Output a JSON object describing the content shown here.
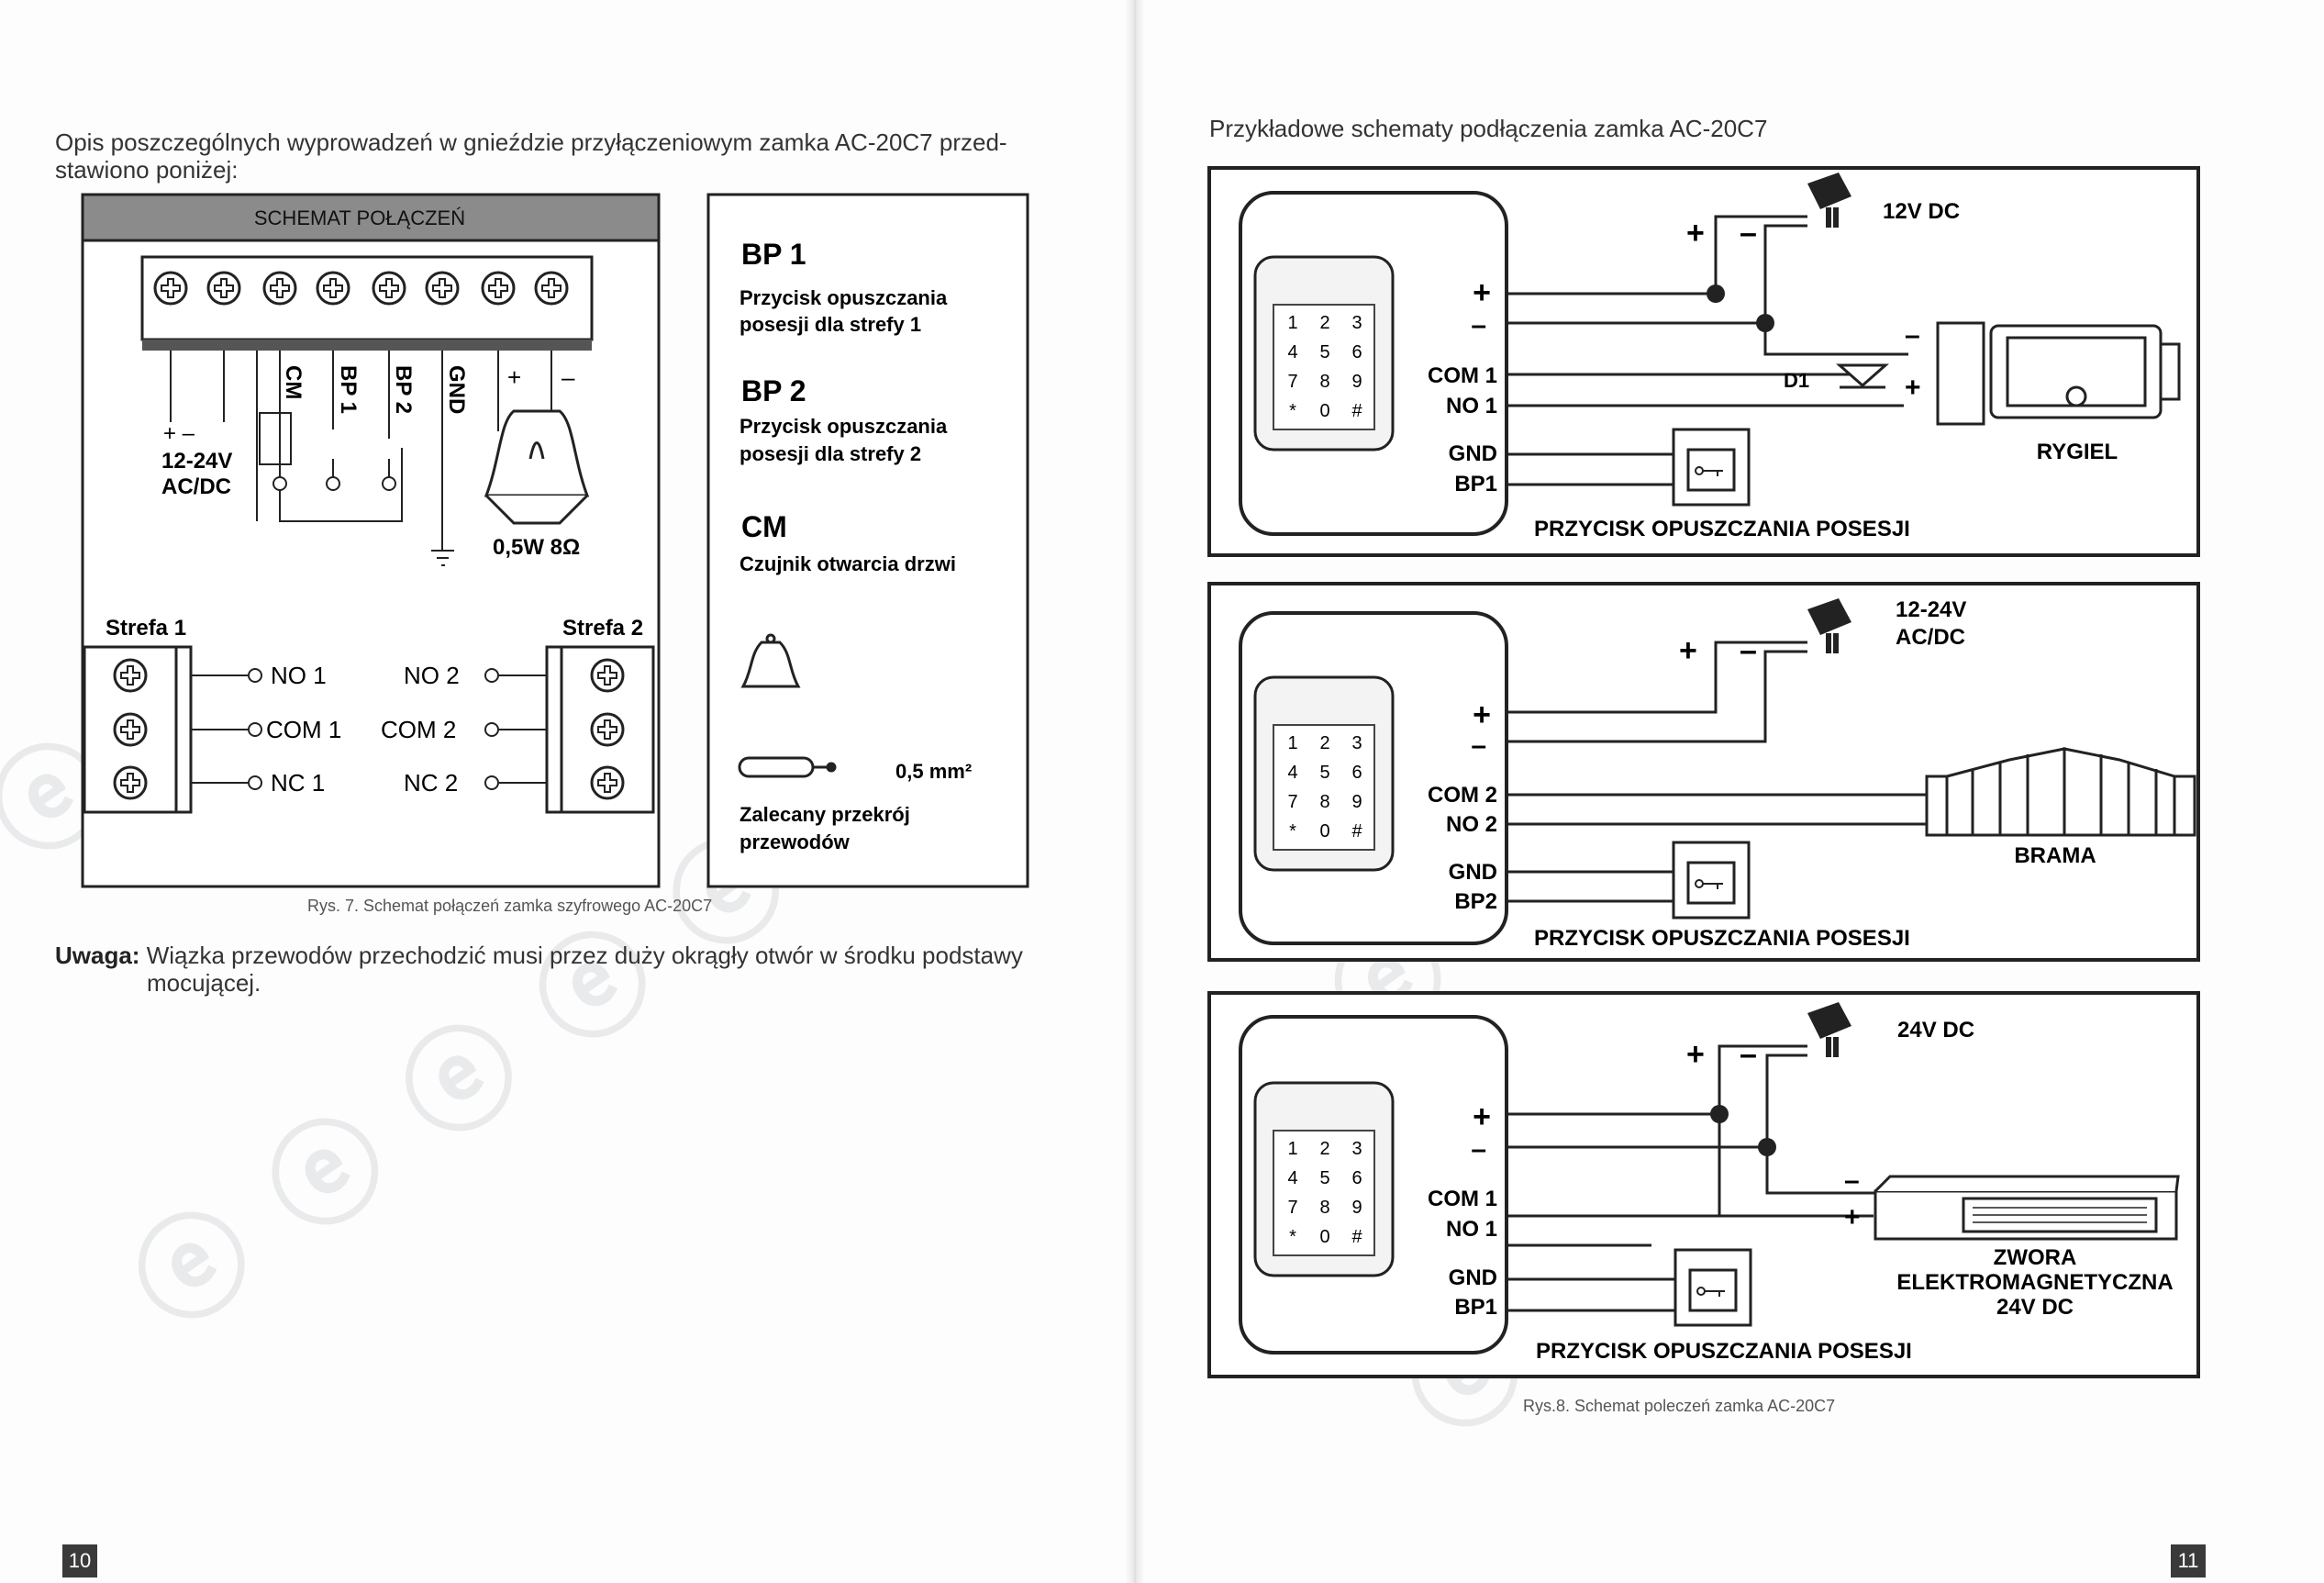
{
  "left_page": {
    "intro_line1": "Opis poszczególnych wyprowadzeń w gnieździe przyłączeniowym zamka AC-20C7 przed-",
    "intro_line2": "stawiono poniżej:",
    "schema_header": "SCHEMAT POŁĄCZEŃ",
    "terminal_labels": [
      "CM",
      "BP 1",
      "BP 2",
      "GND"
    ],
    "plus": "+",
    "minus": "–",
    "power": {
      "plus_minus": "+     –",
      "line1": "12-24V",
      "line2": "AC/DC"
    },
    "bell_rating": "0,5W 8Ω",
    "strefa1": {
      "title": "Strefa 1",
      "outputs": [
        "NO 1",
        "COM 1",
        "NC 1"
      ]
    },
    "strefa2": {
      "title": "Strefa 2",
      "outputs": [
        "NO 2",
        "COM 2",
        "NC 2"
      ]
    },
    "legend": {
      "bp1_title": "BP 1",
      "bp1_desc1": "Przycisk opuszczania",
      "bp1_desc2": "posesji dla strefy 1",
      "bp2_title": "BP 2",
      "bp2_desc1": "Przycisk opuszczania",
      "bp2_desc2": "posesji dla strefy 2",
      "cm_title": "CM",
      "cm_desc": "Czujnik otwarcia drzwi",
      "wire_size": "0,5 mm²",
      "wire_desc1": "Zalecany przekrój",
      "wire_desc2": "przewodów"
    },
    "caption": "Rys. 7. Schemat połączeń zamka szyfrowego AC-20C7",
    "note_label": "Uwaga:",
    "note_line1": "Wiązka przewodów przechodzić musi przez duży okrągły otwór w środku podstawy",
    "note_line2": "mocującej.",
    "page_number": "10"
  },
  "right_page": {
    "title": "Przykładowe schematy podłączenia zamka AC-20C7",
    "keypad_keys": [
      "1",
      "2",
      "3",
      "4",
      "5",
      "6",
      "7",
      "8",
      "9",
      "*",
      "0",
      "#"
    ],
    "diagrams": [
      {
        "supply": [
          "12V DC"
        ],
        "terminals": [
          "+",
          "–",
          "COM 1",
          "NO 1",
          "GND",
          "BP1"
        ],
        "diode": "D1",
        "device": [
          "RYGIEL"
        ],
        "button_label": "PRZYCISK OPUSZCZANIA POSESJI"
      },
      {
        "supply": [
          "12-24V",
          "AC/DC"
        ],
        "terminals": [
          "+",
          "–",
          "COM 2",
          "NO 2",
          "GND",
          "BP2"
        ],
        "device": [
          "BRAMA"
        ],
        "button_label": "PRZYCISK OPUSZCZANIA POSESJI"
      },
      {
        "supply": [
          "24V DC"
        ],
        "terminals": [
          "+",
          "–",
          "COM 1",
          "NO 1",
          "GND",
          "BP1"
        ],
        "device": [
          "ZWORA",
          "ELEKTROMAGNETYCZNA",
          "24V DC"
        ],
        "button_label": "PRZYCISK OPUSZCZANIA POSESJI"
      }
    ],
    "caption": "Rys.8. Schemat poleczeń zamka AC-20C7",
    "page_number": "11"
  }
}
